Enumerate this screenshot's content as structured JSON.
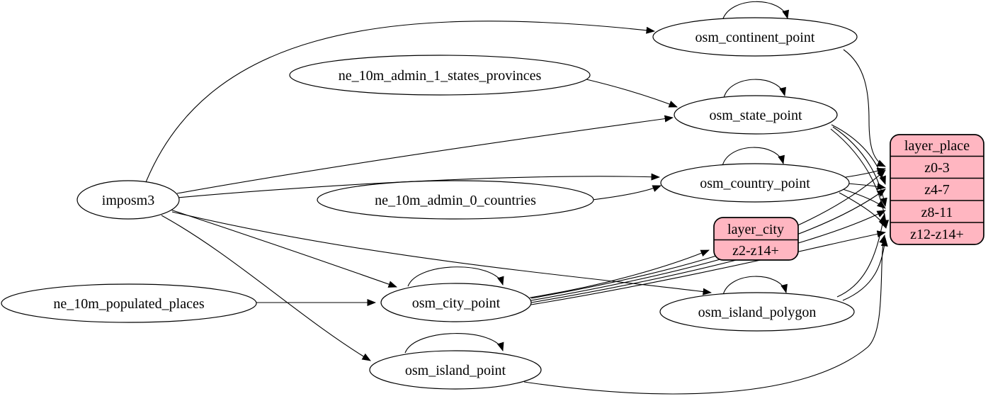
{
  "diagram": {
    "background_color": "#ffffff",
    "edge_color": "#000000",
    "node_fill": "#ffffff",
    "node_stroke": "#000000",
    "record_fill": "#ffb6c1",
    "nodes": {
      "imposm3": {
        "label": "imposm3",
        "shape": "ellipse"
      },
      "ne_10m_admin_1_states_provinces": {
        "label": "ne_10m_admin_1_states_provinces",
        "shape": "ellipse"
      },
      "ne_10m_admin_0_countries": {
        "label": "ne_10m_admin_0_countries",
        "shape": "ellipse"
      },
      "ne_10m_populated_places": {
        "label": "ne_10m_populated_places",
        "shape": "ellipse"
      },
      "osm_continent_point": {
        "label": "osm_continent_point",
        "shape": "ellipse"
      },
      "osm_state_point": {
        "label": "osm_state_point",
        "shape": "ellipse"
      },
      "osm_country_point": {
        "label": "osm_country_point",
        "shape": "ellipse"
      },
      "osm_city_point": {
        "label": "osm_city_point",
        "shape": "ellipse"
      },
      "osm_island_polygon": {
        "label": "osm_island_polygon",
        "shape": "ellipse"
      },
      "osm_island_point": {
        "label": "osm_island_point",
        "shape": "ellipse"
      }
    },
    "records": {
      "layer_city": {
        "title": "layer_city",
        "rows": [
          "z2-z14+"
        ]
      },
      "layer_place": {
        "title": "layer_place",
        "rows": [
          "z0-3",
          "z4-7",
          "z8-11",
          "z12-z14+"
        ]
      }
    },
    "edges": [
      {
        "from": "imposm3",
        "to": "osm_continent_point"
      },
      {
        "from": "imposm3",
        "to": "osm_state_point"
      },
      {
        "from": "imposm3",
        "to": "osm_country_point"
      },
      {
        "from": "imposm3",
        "to": "osm_city_point"
      },
      {
        "from": "imposm3",
        "to": "osm_island_polygon"
      },
      {
        "from": "imposm3",
        "to": "osm_island_point"
      },
      {
        "from": "ne_10m_admin_1_states_provinces",
        "to": "osm_state_point"
      },
      {
        "from": "ne_10m_admin_0_countries",
        "to": "osm_country_point"
      },
      {
        "from": "ne_10m_populated_places",
        "to": "osm_city_point"
      },
      {
        "from": "osm_continent_point",
        "to": "osm_continent_point"
      },
      {
        "from": "osm_state_point",
        "to": "osm_state_point"
      },
      {
        "from": "osm_country_point",
        "to": "osm_country_point"
      },
      {
        "from": "osm_city_point",
        "to": "osm_city_point"
      },
      {
        "from": "osm_island_polygon",
        "to": "osm_island_polygon"
      },
      {
        "from": "osm_island_point",
        "to": "osm_island_point"
      },
      {
        "from": "osm_continent_point",
        "to": "layer_place",
        "to_row": "z0-3"
      },
      {
        "from": "osm_country_point",
        "to": "layer_place",
        "to_row": "z0-3"
      },
      {
        "from": "osm_country_point",
        "to": "layer_place",
        "to_row": "z4-7"
      },
      {
        "from": "osm_country_point",
        "to": "layer_place",
        "to_row": "z8-11"
      },
      {
        "from": "osm_country_point",
        "to": "layer_place",
        "to_row": "z12-z14+"
      },
      {
        "from": "osm_state_point",
        "to": "layer_place",
        "to_row": "z4-7"
      },
      {
        "from": "osm_state_point",
        "to": "layer_place",
        "to_row": "z8-11"
      },
      {
        "from": "osm_state_point",
        "to": "layer_place",
        "to_row": "z12-z14+"
      },
      {
        "from": "osm_city_point",
        "to": "layer_city",
        "to_row": "z2-z14+"
      },
      {
        "from": "osm_city_point",
        "to": "layer_place",
        "to_row": "z0-3"
      },
      {
        "from": "osm_city_point",
        "to": "layer_place",
        "to_row": "z4-7"
      },
      {
        "from": "osm_city_point",
        "to": "layer_place",
        "to_row": "z8-11"
      },
      {
        "from": "osm_city_point",
        "to": "layer_place",
        "to_row": "z12-z14+"
      },
      {
        "from": "osm_island_polygon",
        "to": "layer_place",
        "to_row": "z8-11"
      },
      {
        "from": "osm_island_polygon",
        "to": "layer_place",
        "to_row": "z12-z14+"
      },
      {
        "from": "osm_island_point",
        "to": "layer_place",
        "to_row": "z12-z14+"
      }
    ]
  }
}
